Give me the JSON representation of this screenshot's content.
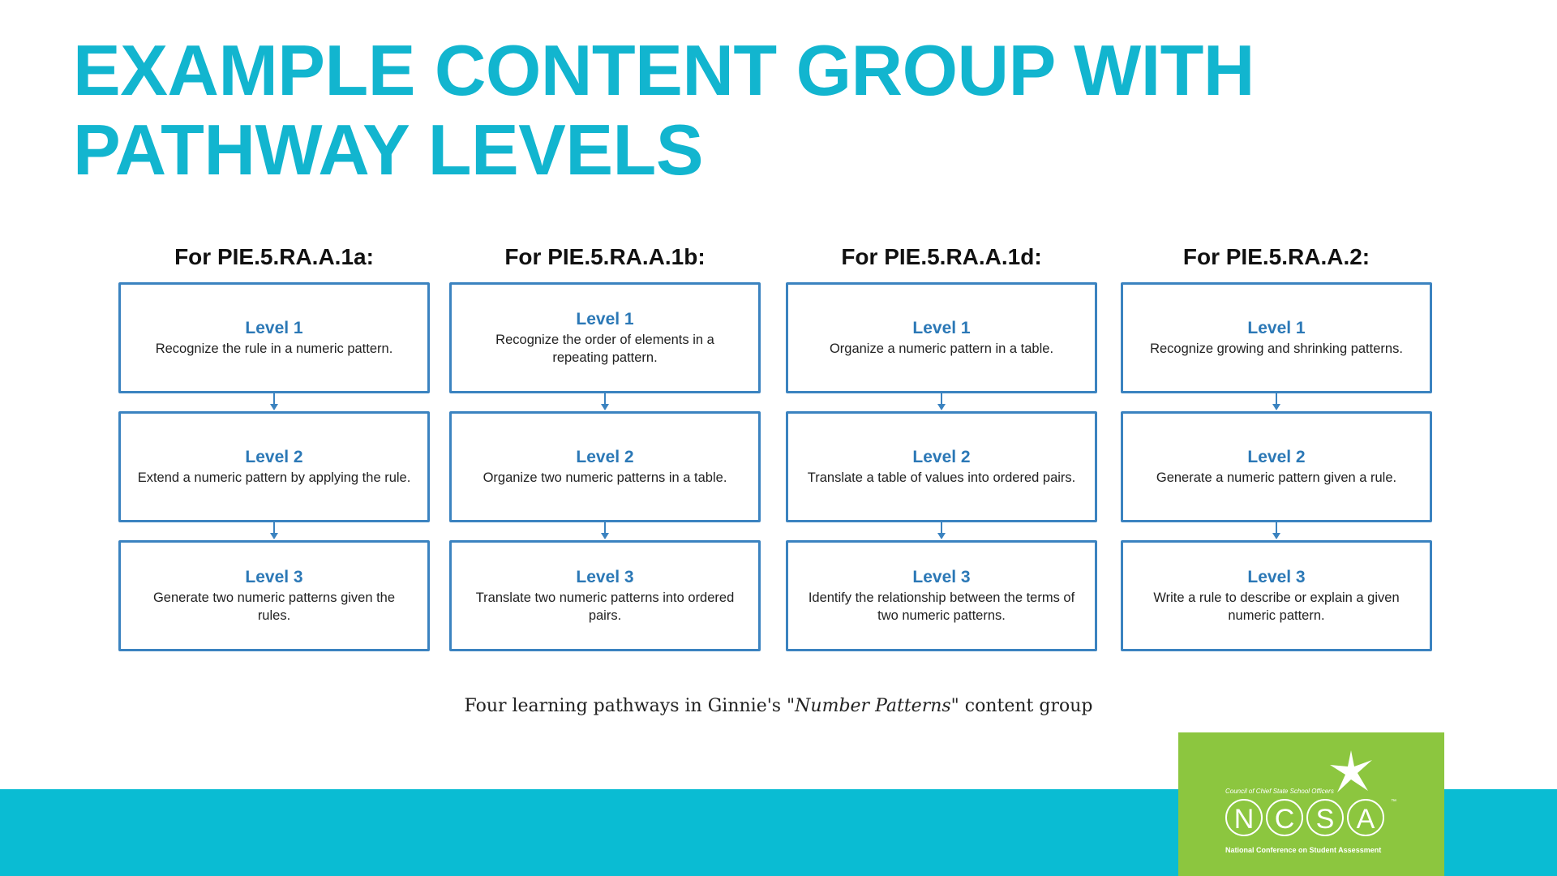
{
  "title": {
    "line1": "EXAMPLE CONTENT GROUP WITH",
    "line2": "PATHWAY LEVELS"
  },
  "pathways": [
    {
      "heading": "For PIE.5.RA.A.1a:",
      "levels": [
        {
          "name": "Level 1",
          "desc": "Recognize the rule in a numeric pattern."
        },
        {
          "name": "Level 2",
          "desc": "Extend a numeric pattern by applying the rule."
        },
        {
          "name": "Level 3",
          "desc": "Generate two numeric patterns given the rules."
        }
      ]
    },
    {
      "heading": "For PIE.5.RA.A.1b:",
      "levels": [
        {
          "name": "Level 1",
          "desc": "Recognize the order of elements in a repeating pattern."
        },
        {
          "name": "Level 2",
          "desc": "Organize two numeric patterns in a table."
        },
        {
          "name": "Level 3",
          "desc": "Translate two numeric patterns into ordered pairs."
        }
      ]
    },
    {
      "heading": "For PIE.5.RA.A.1d:",
      "levels": [
        {
          "name": "Level 1",
          "desc": "Organize a numeric pattern in a table."
        },
        {
          "name": "Level 2",
          "desc": "Translate a table of values into ordered pairs."
        },
        {
          "name": "Level 3",
          "desc": "Identify the relationship between the terms of two numeric patterns."
        }
      ]
    },
    {
      "heading": "For PIE.5.RA.A.2:",
      "levels": [
        {
          "name": "Level 1",
          "desc": "Recognize growing and shrinking patterns."
        },
        {
          "name": "Level 2",
          "desc": "Generate a numeric pattern given a rule."
        },
        {
          "name": "Level 3",
          "desc": "Write a rule to describe or explain a given numeric pattern."
        }
      ]
    }
  ],
  "caption": {
    "before": "Four learning pathways in Ginnie's \"",
    "emphasis": "Number Patterns",
    "after": "\" content group"
  },
  "logo": {
    "top_text": "Council of Chief State School Officers",
    "letters": [
      "N",
      "C",
      "S",
      "A"
    ],
    "tm": "™",
    "bottom_text": "National Conference on Student Assessment"
  },
  "colors": {
    "title": "#12b5cf",
    "box_border": "#3b83c0",
    "level_name": "#2b78b6",
    "footer_bar": "#0abcd3",
    "logo_bg": "#8cc63f"
  }
}
